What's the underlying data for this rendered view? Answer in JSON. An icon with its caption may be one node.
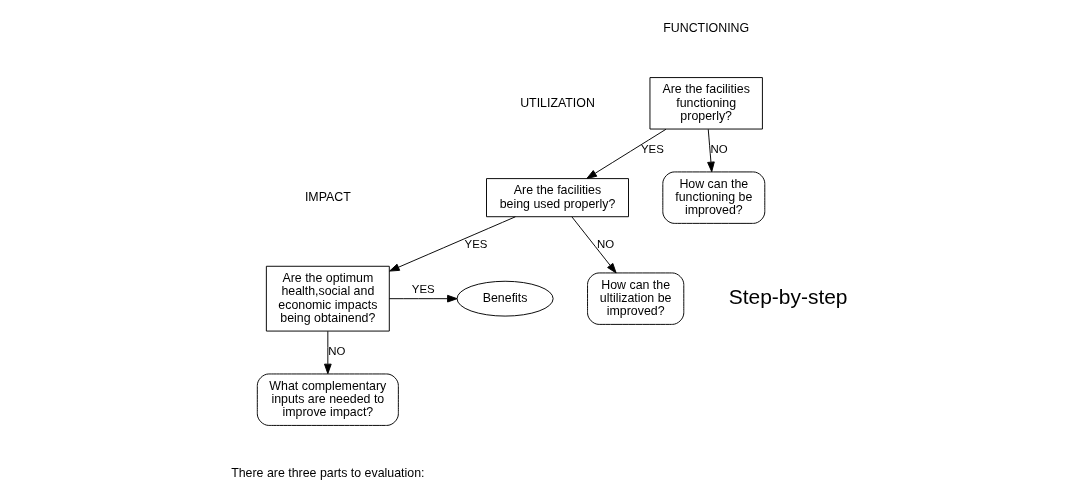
{
  "diagram": {
    "nodes": [
      {
        "text": [
          "Are the facilities functioning properly?"
        ]
      },
      {
        "text": [
          "How can the functioning be improved?"
        ]
      },
      {
        "text": [
          "Are the facilities being used properly?"
        ]
      },
      {
        "text": [
          "How can the ultilization be improved?"
        ]
      },
      {
        "text": [
          "Are the optimum health,social and economic impacts being obtainend?"
        ]
      },
      {
        "text": [
          "What complementary inputs are needed to improve impact?"
        ]
      },
      {
        "text": [
          "Benefits"
        ]
      }
    ],
    "edges": [
      {
        "from": 0,
        "to": 2,
        "arrow": "to",
        "label": "YES"
      },
      {
        "from": 0,
        "to": 1,
        "arrow": "to",
        "label": "NO"
      },
      {
        "from": 2,
        "to": 4,
        "arrow": "to",
        "label": "YES"
      },
      {
        "from": 2,
        "to": 3,
        "arrow": "to",
        "label": "NO"
      },
      {
        "from": 4,
        "to": 6,
        "arrow": "to",
        "label": "YES"
      },
      {
        "from": 4,
        "to": 5,
        "arrow": "to",
        "label": "NO"
      }
    ],
    "labels": [
      "FUNCTIONING",
      "UTILIZATION",
      "IMPACT",
      "Step-by-step",
      "There are three parts to evaluation:"
    ]
  }
}
